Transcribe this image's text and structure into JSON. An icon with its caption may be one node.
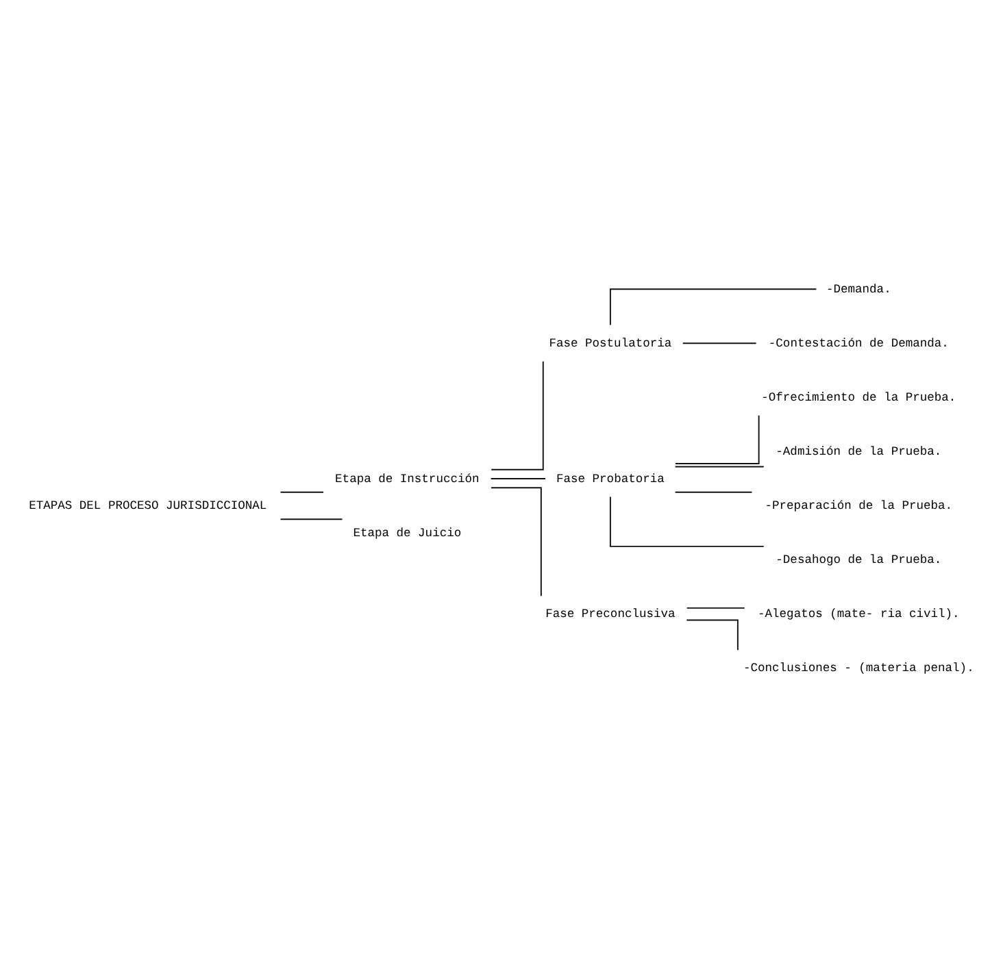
{
  "diagram": {
    "nodes": [
      {
        "text": [
          "ETAPAS DEL PROCESO JURISDICCIONAL"
        ]
      },
      {
        "text": [
          "Etapa de Instrucción"
        ]
      },
      {
        "text": [
          "Etapa de Juicio"
        ]
      },
      {
        "text": [
          "Fase Postulatoria"
        ]
      },
      {
        "text": [
          "Fase Probatoria"
        ]
      },
      {
        "text": [
          "Fase Preconclusiva"
        ]
      },
      {
        "text": [
          "-Demanda."
        ]
      },
      {
        "text": [
          "-Contestación de Demanda."
        ]
      },
      {
        "text": [
          "-Ofrecimiento de la Prueba."
        ]
      },
      {
        "text": [
          "-Admisión de la Prueba."
        ]
      },
      {
        "text": [
          "-Preparación de la Prueba."
        ]
      },
      {
        "text": [
          "-Desahogo de la Prueba."
        ]
      },
      {
        "text": [
          "-Alegatos (mate- ria civil)."
        ]
      },
      {
        "text": [
          "-Conclusiones - (materia penal)."
        ]
      }
    ],
    "edges": [
      {
        "from": 0,
        "to": 1,
        "arrow": "none"
      },
      {
        "from": 0,
        "to": 2,
        "arrow": "none"
      },
      {
        "from": 1,
        "to": 3,
        "arrow": "none"
      },
      {
        "from": 1,
        "to": 4,
        "arrow": "none"
      },
      {
        "from": 1,
        "to": 5,
        "arrow": "none"
      },
      {
        "from": 3,
        "to": 6,
        "arrow": "none"
      },
      {
        "from": 3,
        "to": 7,
        "arrow": "none"
      },
      {
        "from": 4,
        "to": 8,
        "arrow": "none"
      },
      {
        "from": 4,
        "to": 9,
        "arrow": "none"
      },
      {
        "from": 4,
        "to": 10,
        "arrow": "none"
      },
      {
        "from": 4,
        "to": 11,
        "arrow": "none"
      },
      {
        "from": 5,
        "to": 12,
        "arrow": "none"
      },
      {
        "from": 5,
        "to": 13,
        "arrow": "none"
      }
    ]
  }
}
